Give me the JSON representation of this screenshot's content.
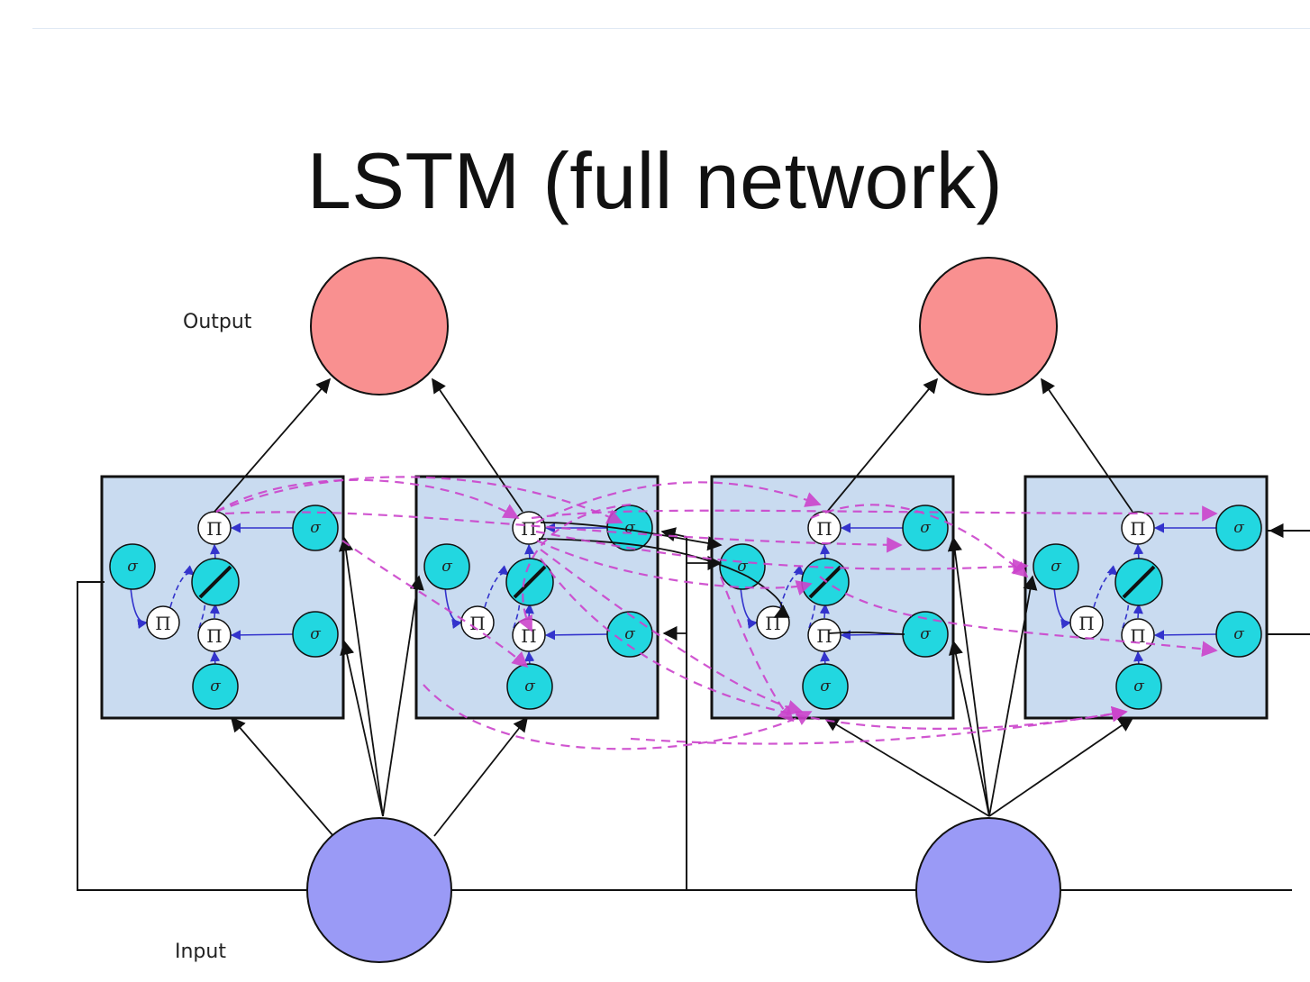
{
  "slide": {
    "title": "LSTM (full network)",
    "output_label": "Output",
    "input_label": "Input"
  },
  "symbols": {
    "sigmoid": "σ",
    "product": "Π"
  },
  "colors": {
    "output_node": "#f99090",
    "input_node": "#9a9af6",
    "block_fill": "#c9dbf0",
    "gate": "#22d7e0",
    "forward_edge": "#111111",
    "gate_edge": "#3333cc",
    "recurrent_edge": "#cc44cc"
  }
}
